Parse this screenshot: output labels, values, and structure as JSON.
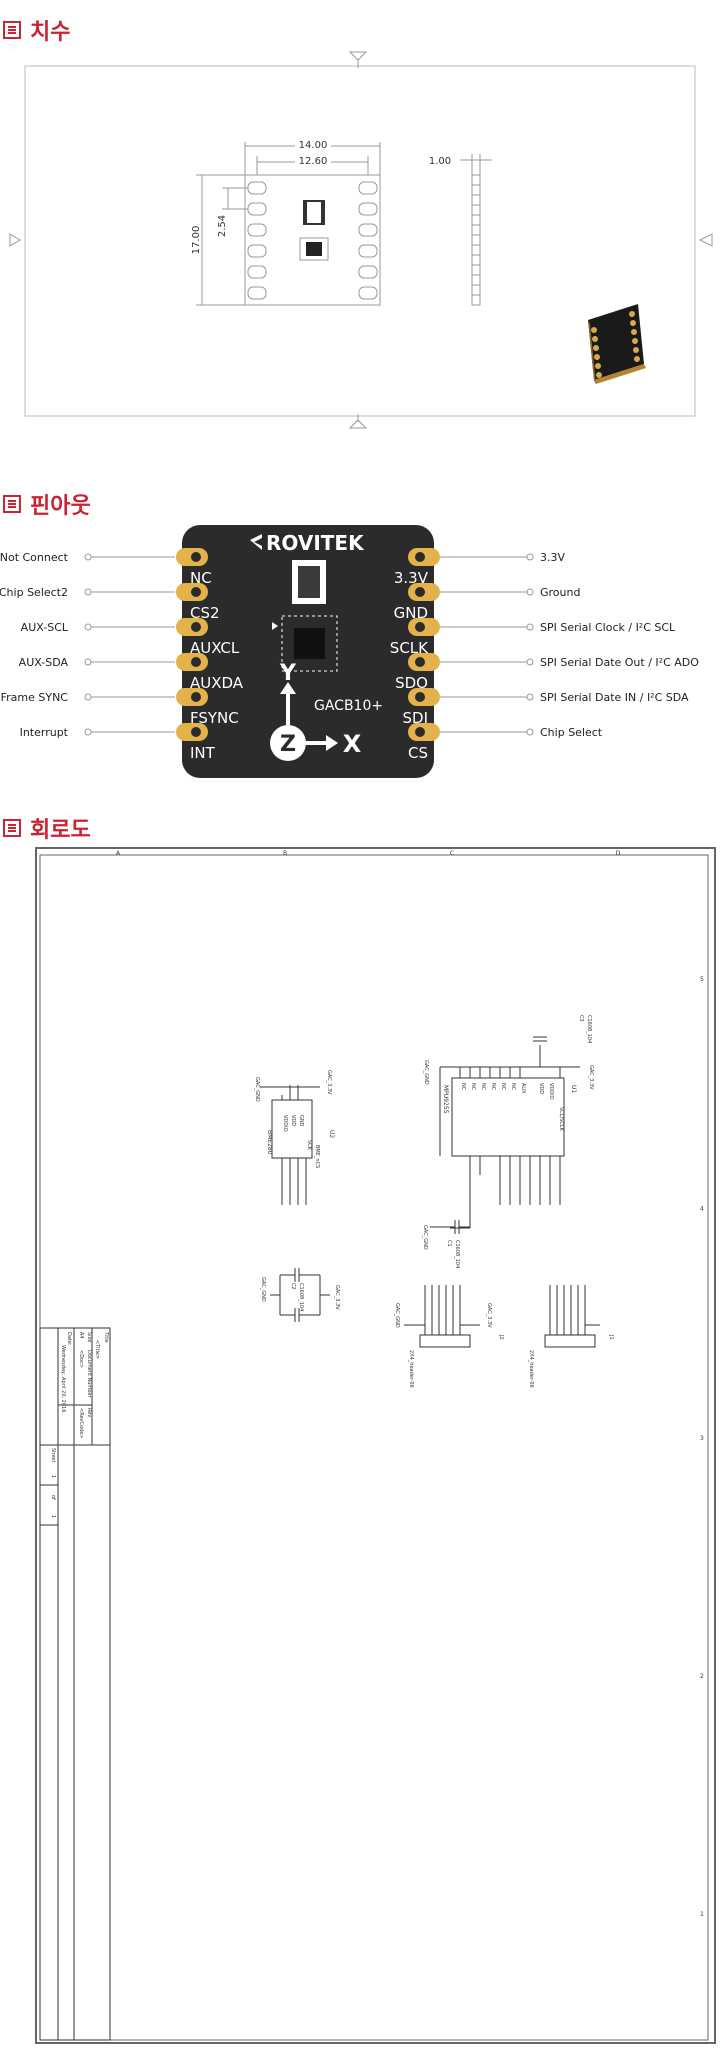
{
  "colors": {
    "accent": "#cc2233",
    "board": "#2b2b2b",
    "pad": "#e3b24a",
    "line": "#999999"
  },
  "sections": {
    "dimensions": {
      "title": "치수"
    },
    "pinout": {
      "title": "핀아웃"
    },
    "schematic": {
      "title": "회로도"
    }
  },
  "dimensions": {
    "width_outer": "14.00",
    "width_inner": "12.60",
    "height": "17.00",
    "pitch": "2.54",
    "thickness": "1.00"
  },
  "board": {
    "brand": "ROVITEK",
    "model": "GACB10+",
    "axes": {
      "x": "X",
      "y": "Y",
      "z": "Z"
    },
    "left_pins": [
      {
        "code": "NC",
        "desc": "Not Connect"
      },
      {
        "code": "CS2",
        "desc": "Chip Select2"
      },
      {
        "code": "AUXCL",
        "desc": "AUX-SCL"
      },
      {
        "code": "AUXDA",
        "desc": "AUX-SDA"
      },
      {
        "code": "FSYNC",
        "desc": "Frame SYNC"
      },
      {
        "code": "INT",
        "desc": "Interrupt"
      }
    ],
    "right_pins": [
      {
        "code": "3.3V",
        "desc": "3.3V"
      },
      {
        "code": "GND",
        "desc": "Ground"
      },
      {
        "code": "SCLK",
        "desc": "SPI Serial Clock / I²C SCL"
      },
      {
        "code": "SDO",
        "desc": "SPI Serial Date Out / I²C ADO"
      },
      {
        "code": "SDI",
        "desc": "SPI Serial Date IN / I²C SDA"
      },
      {
        "code": "CS",
        "desc": "Chip Select"
      }
    ]
  },
  "schematic": {
    "col_labels": [
      "A",
      "B",
      "C",
      "D"
    ],
    "row_labels": [
      "5",
      "4",
      "3",
      "2",
      "1"
    ],
    "u1_label": "U1",
    "u1_part": "MPU9255",
    "u2_label": "U2",
    "u2_part": "BME280",
    "j1_label": "J1",
    "j1_part": "2X4_header-06",
    "j2_label": "J2",
    "j2_part": "2X4_header-06",
    "net_gnd": "GAC_GND",
    "net_vcc": "GAC_3.3V",
    "cap_c1": "C1",
    "cap_c1_val": "C1608_104",
    "cap_c2": "C2",
    "cap_c2_val": "C1608_104",
    "cap_c3": "C3",
    "cap_c3_val": "C1608_104",
    "title_block": {
      "title_label": "Title",
      "title_value": "<Title>",
      "size_label": "Size",
      "size_value": "A4",
      "docnum_label": "Document Number",
      "docnum_value": "<Doc>",
      "rev_label": "Rev",
      "rev_value": "<RevCode>",
      "date_label": "Date:",
      "date_value": "Wednesday, April 20, 2016",
      "sheet_label": "Sheet",
      "sheet_value": "1",
      "of_label": "of",
      "of_value": "1"
    }
  }
}
